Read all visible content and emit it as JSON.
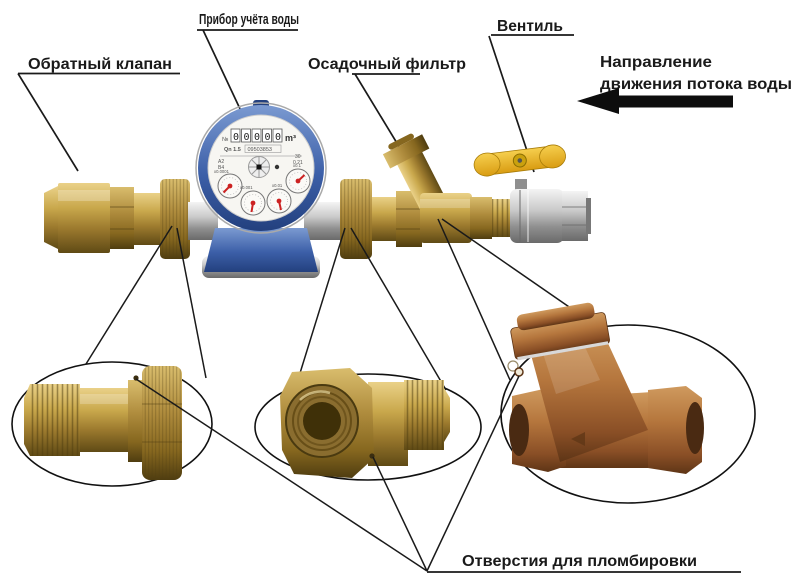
{
  "diagram": {
    "background": "#ffffff",
    "labels": {
      "check_valve": "Обратный клапан",
      "water_meter": "Прибор учёта воды",
      "sediment_filter": "Осадочный фильтр",
      "valve": "Вентиль",
      "flow_direction_line1": "Направление",
      "flow_direction_line2": "движения потока воды",
      "seal_holes": "Отверстия для пломбировки"
    },
    "icons": {
      "flow_arrow": "arrow-left"
    },
    "meter_face": {
      "index_symbol": "№",
      "register_digits": [
        "0",
        "0",
        "0",
        "0",
        "0"
      ],
      "unit": "m³",
      "model": "Qn 1.5",
      "serial": "09503853",
      "marks": {
        "left_top": "A2",
        "left_bottom": "B4",
        "right_top": "30",
        "right_bottom": "0.21"
      },
      "dials": [
        {
          "label": "x0.0001"
        },
        {
          "label": "x0.001"
        },
        {
          "label": "x0.01"
        },
        {
          "label": "x0.1"
        }
      ]
    },
    "colors": {
      "label_text": "#1a1a1a",
      "callout_line": "#1a1a1a",
      "brass_light": "#ead188",
      "brass_mid": "#a8852f",
      "brass_dark": "#5f4a15",
      "bronze_light": "#cf9a5e",
      "bronze_mid": "#a06a35",
      "bronze_dark": "#5e3516",
      "chrome_light": "#f4f4f4",
      "chrome_dark": "#6a6a6a",
      "meter_ring_blue": "#3c5fa8",
      "handle_yellow": "#e8b420",
      "dial_pointer_red": "#cc2222"
    }
  }
}
